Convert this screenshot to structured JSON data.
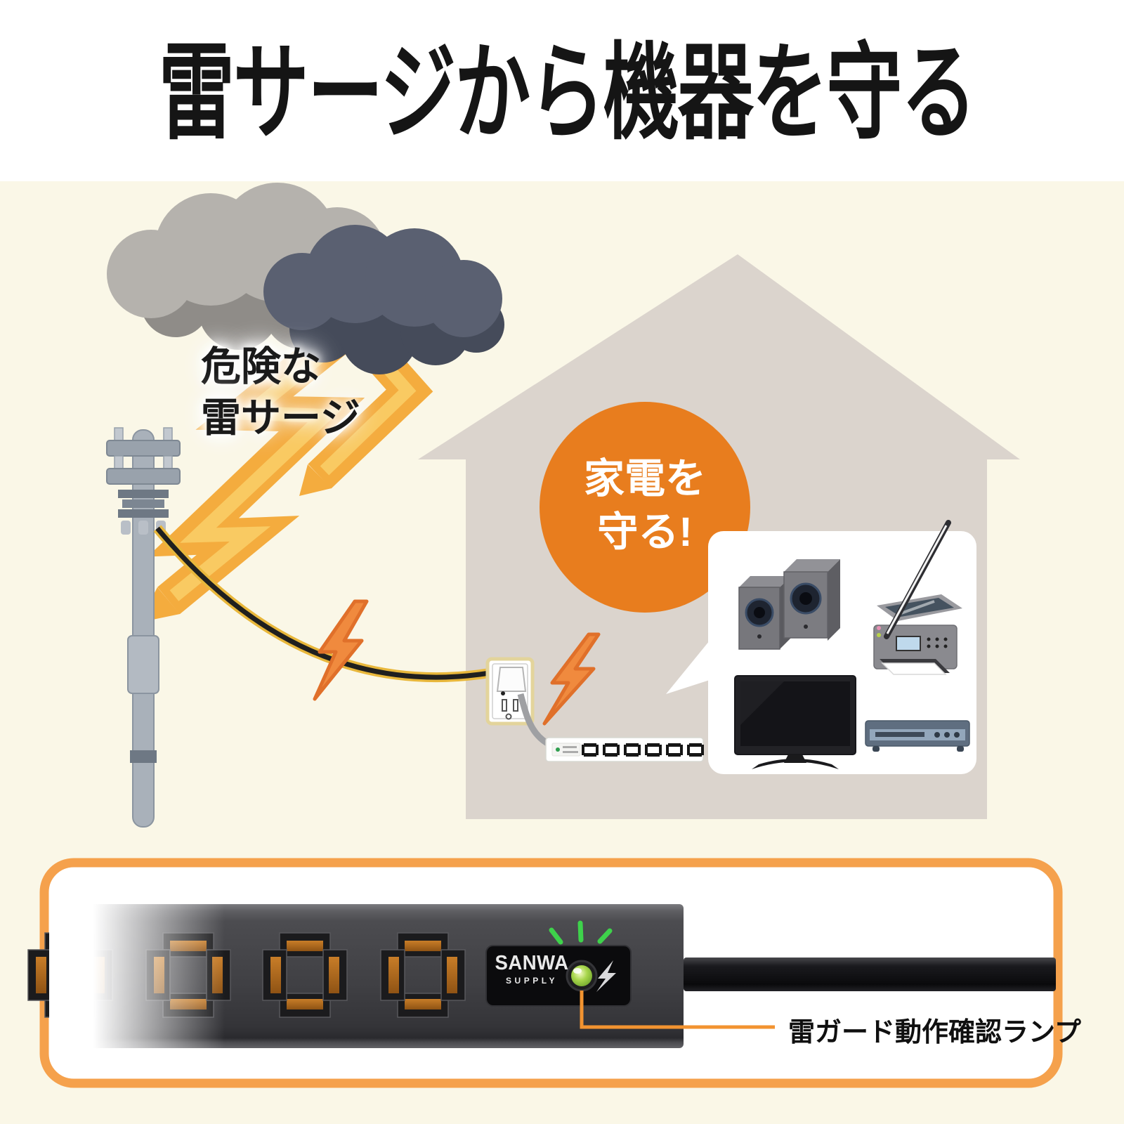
{
  "title": "雷サージから機器を守る",
  "scene": {
    "danger_label": {
      "line1": "危険な",
      "line2": "雷サージ"
    },
    "protect_badge": {
      "line1": "家電を",
      "line2": "守る!"
    }
  },
  "product": {
    "brand": {
      "name": "SANWA",
      "division": "SUPPLY"
    },
    "callout": "雷ガード動作確認ランプ"
  },
  "colors": {
    "page_cream": "#FAF7E7",
    "title_black": "#151515",
    "badge_orange": "#E87D1E",
    "frame_orange": "#F5A14C",
    "callout_orange": "#F29330",
    "lightning_yellow": "#F4AC3E",
    "lightning_inner_yellow": "#F9CA62",
    "surge_bolt_orange": "#F08A3E",
    "house_gray": "#DBD4CD",
    "led_green": "#8DC63F",
    "led_glow_green": "#3ED24B",
    "strip_body_dark": "#404044"
  }
}
